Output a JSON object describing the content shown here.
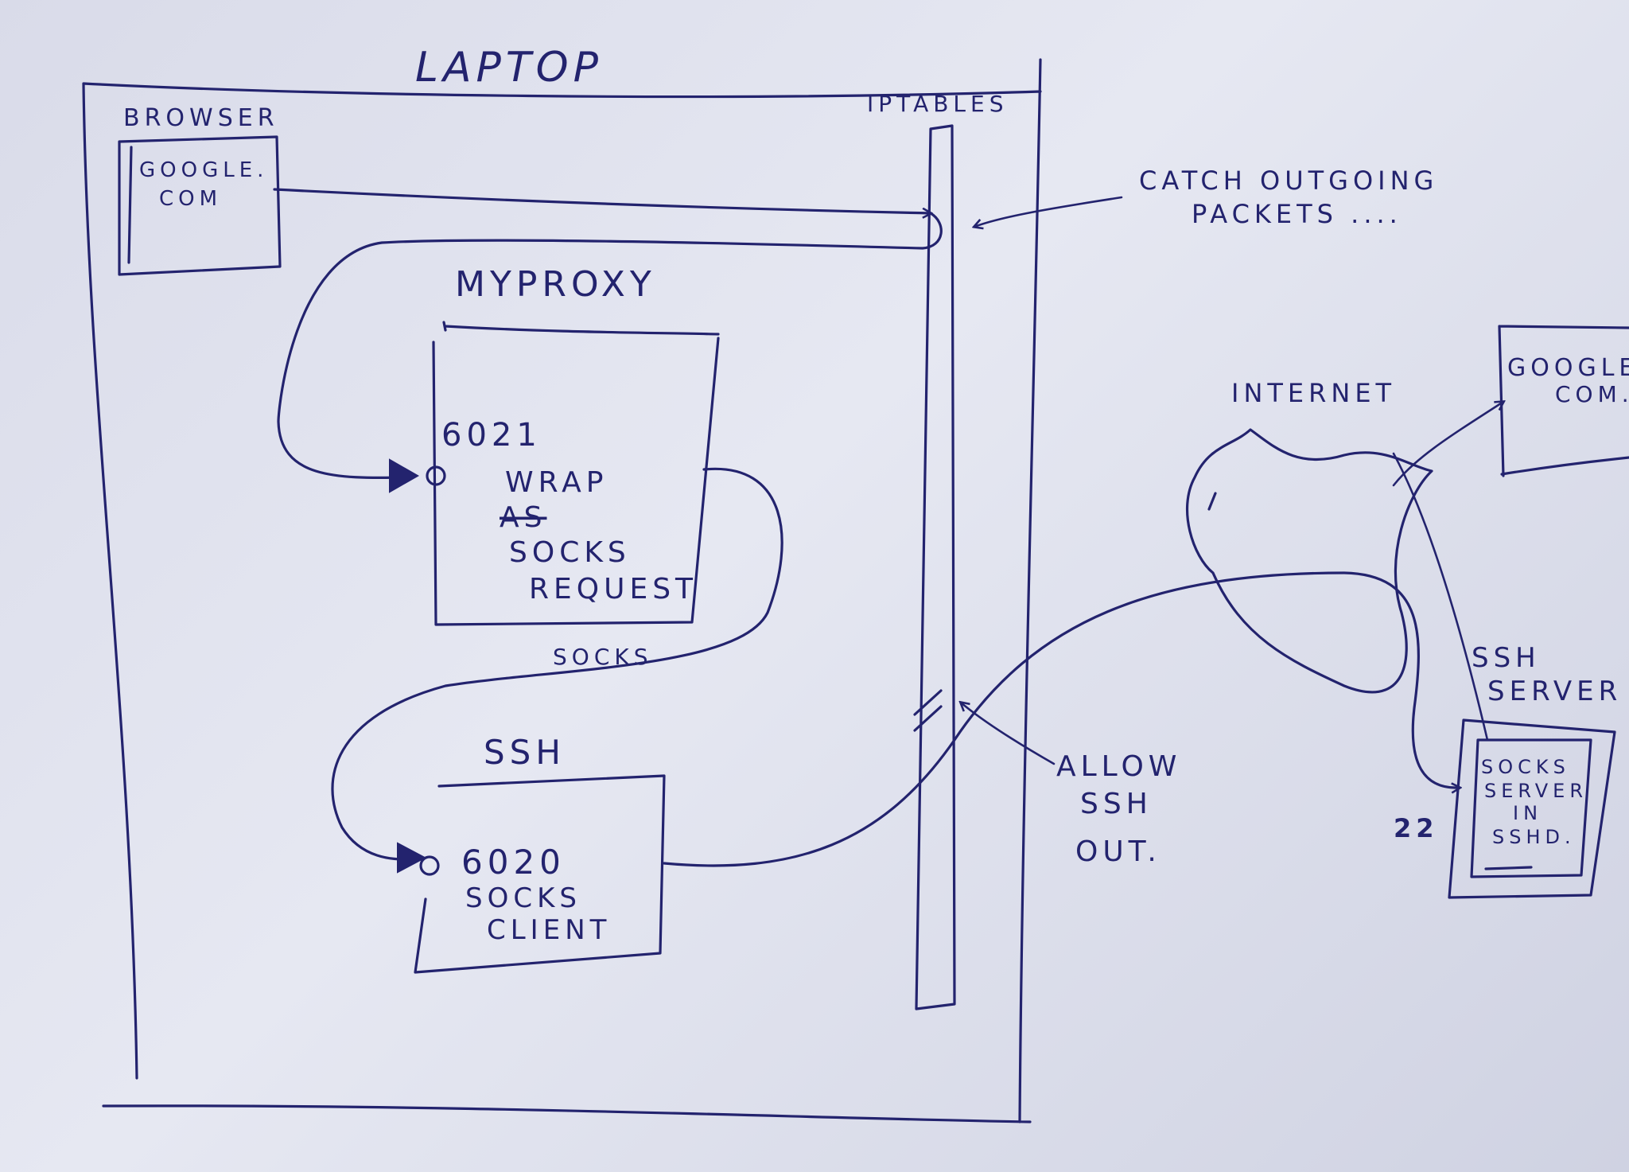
{
  "laptop": {
    "title": "LAPTOP"
  },
  "browser": {
    "label": "BROWSER",
    "tab_line1": "GOOGLE.",
    "tab_line2": "COM"
  },
  "iptables": {
    "label": "IPTABLES"
  },
  "notes": {
    "catch_line1": "CATCH OUTGOING",
    "catch_line2": "PACKETS ....",
    "allow_line1": "ALLOW",
    "allow_line2": "SSH",
    "allow_line3": "OUT."
  },
  "myproxy": {
    "label": "MYPROXY",
    "port": "6021",
    "line1": "WRAP",
    "line2": "AS",
    "line3": "SOCKS",
    "line4": "REQUEST"
  },
  "link_label": "SOCKS",
  "ssh": {
    "label": "SSH",
    "port": "6020",
    "line1": "SOCKS",
    "line2": "CLIENT"
  },
  "internet": {
    "label": "INTERNET"
  },
  "remote_google": {
    "line1": "GOOGLE.",
    "line2": "COM."
  },
  "ssh_server": {
    "label_line1": "SSH",
    "label_line2": "SERVER",
    "port": "22",
    "line1": "SOCKS",
    "line2": "SERVER",
    "line3": "IN",
    "line4": "SSHD."
  },
  "colors": {
    "ink": "#23236e",
    "paper": "#dfe1ee"
  }
}
